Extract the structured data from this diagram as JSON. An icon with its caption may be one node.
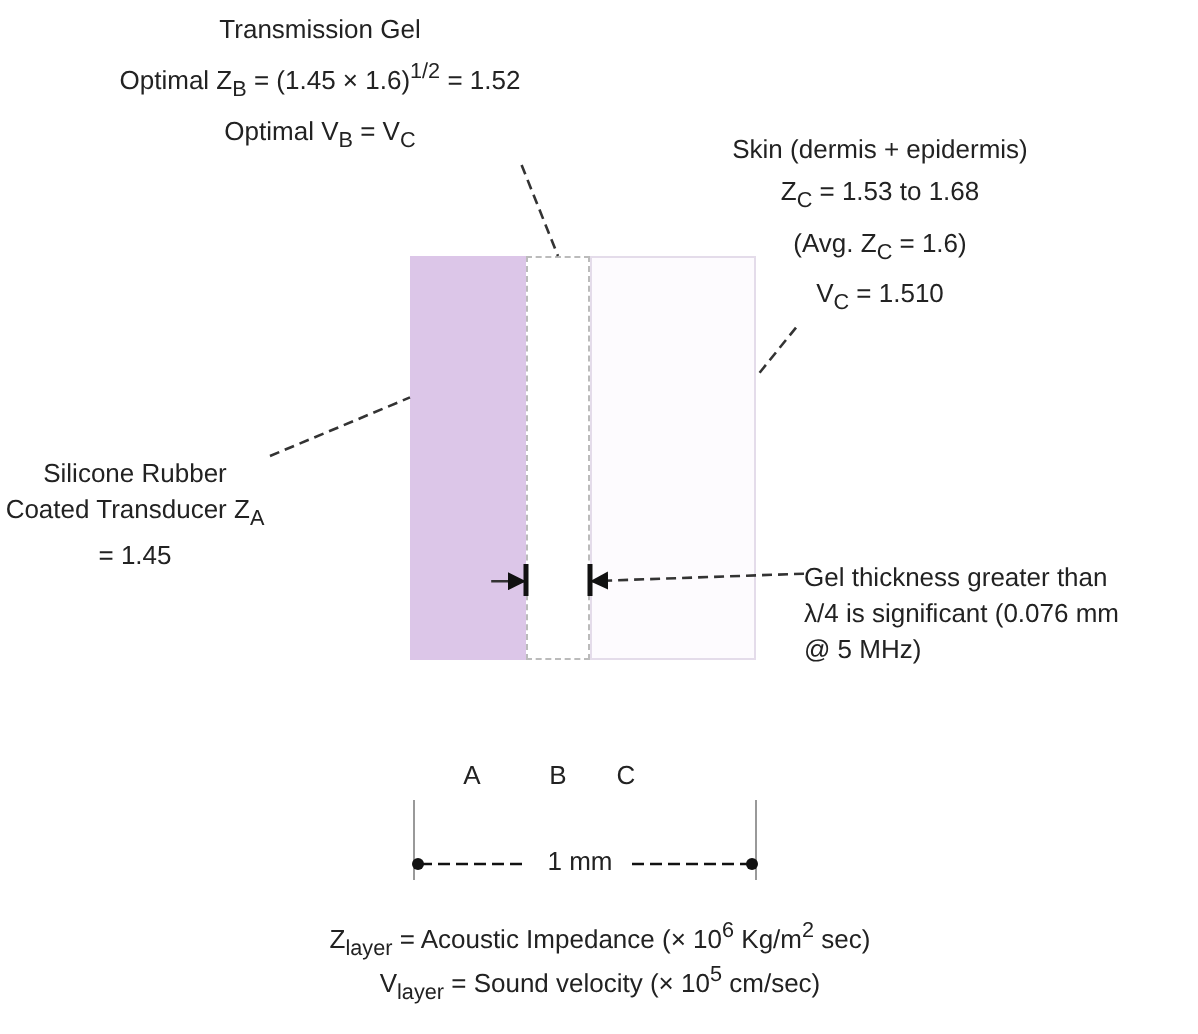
{
  "diagram": {
    "nodes": [
      {
        "text": [],
        "shape": "box"
      },
      {
        "text": [],
        "shape": "box"
      },
      {
        "text": [],
        "shape": "box"
      },
      {
        "text": [
          "Transmission Gel",
          "Optimal Z$_{B}$ = (1.45 × 1.6)$^{1/2}$ = 1.52",
          "Optimal V$_{B}$ = V$_{C}$"
        ]
      },
      {
        "text": [
          "Skin (dermis + epidermis)",
          "Z$_{C}$ = 1.53 to 1.68",
          "(Avg. Z$_{C}$ = 1.6)",
          "V$_{C}$ = 1.510"
        ]
      },
      {
        "text": [
          "Silicone Rubber Coated Transducer Z$_{A}$ = 1.45"
        ]
      },
      {
        "text": [
          "Gel thickness greater than λ/4 is significant (0.076 mm @ 5 MHz)"
        ]
      }
    ],
    "edges": [
      {
        "from": 3,
        "to": 1,
        "arrow": "none",
        "style": "dashed"
      },
      {
        "from": 4,
        "to": 2,
        "arrow": "none",
        "style": "dashed"
      },
      {
        "from": 5,
        "to": 0,
        "arrow": "none",
        "style": "dashed"
      },
      {
        "from": 6,
        "to": 1,
        "arrow": "to",
        "style": "dashed"
      },
      {
        "from": 0,
        "to": 1,
        "arrow": "to"
      }
    ],
    "labels": [
      "A",
      "B",
      "C",
      "1 mm",
      "Z$_{layer}$ = Acoustic Impedance (× 10$^{6}$ Kg/m$^{2}$ sec)",
      "V$_{layer}$ = Sound velocity (× 10$^{5}$ cm/sec)"
    ]
  }
}
